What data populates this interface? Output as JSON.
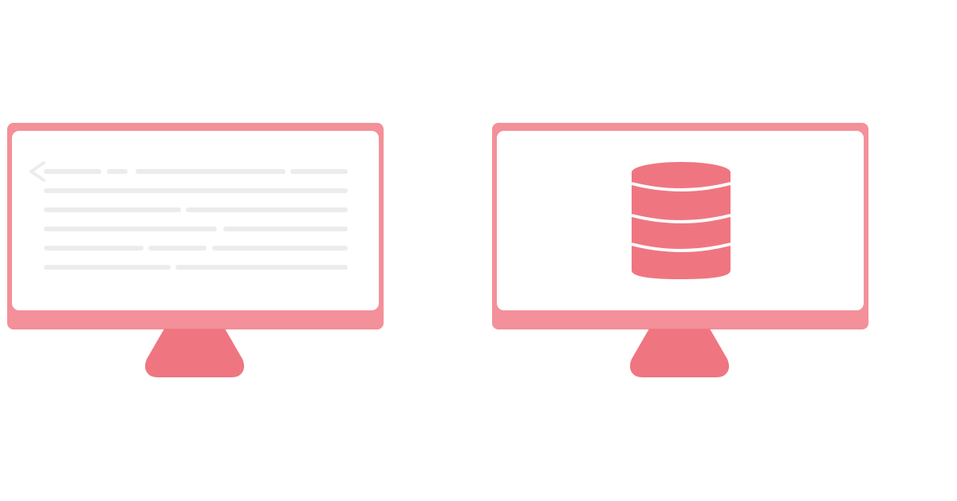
{
  "colors": {
    "frame": "#f3909a",
    "stand": "#ef7680",
    "screen": "#ffffff",
    "code_line": "#ececec",
    "icon": "#ef7680"
  },
  "left_monitor": {
    "content": "code-lines",
    "icon": "chevron-left-icon",
    "line_rows": 6
  },
  "right_monitor": {
    "content": "database",
    "icon": "database-icon"
  }
}
